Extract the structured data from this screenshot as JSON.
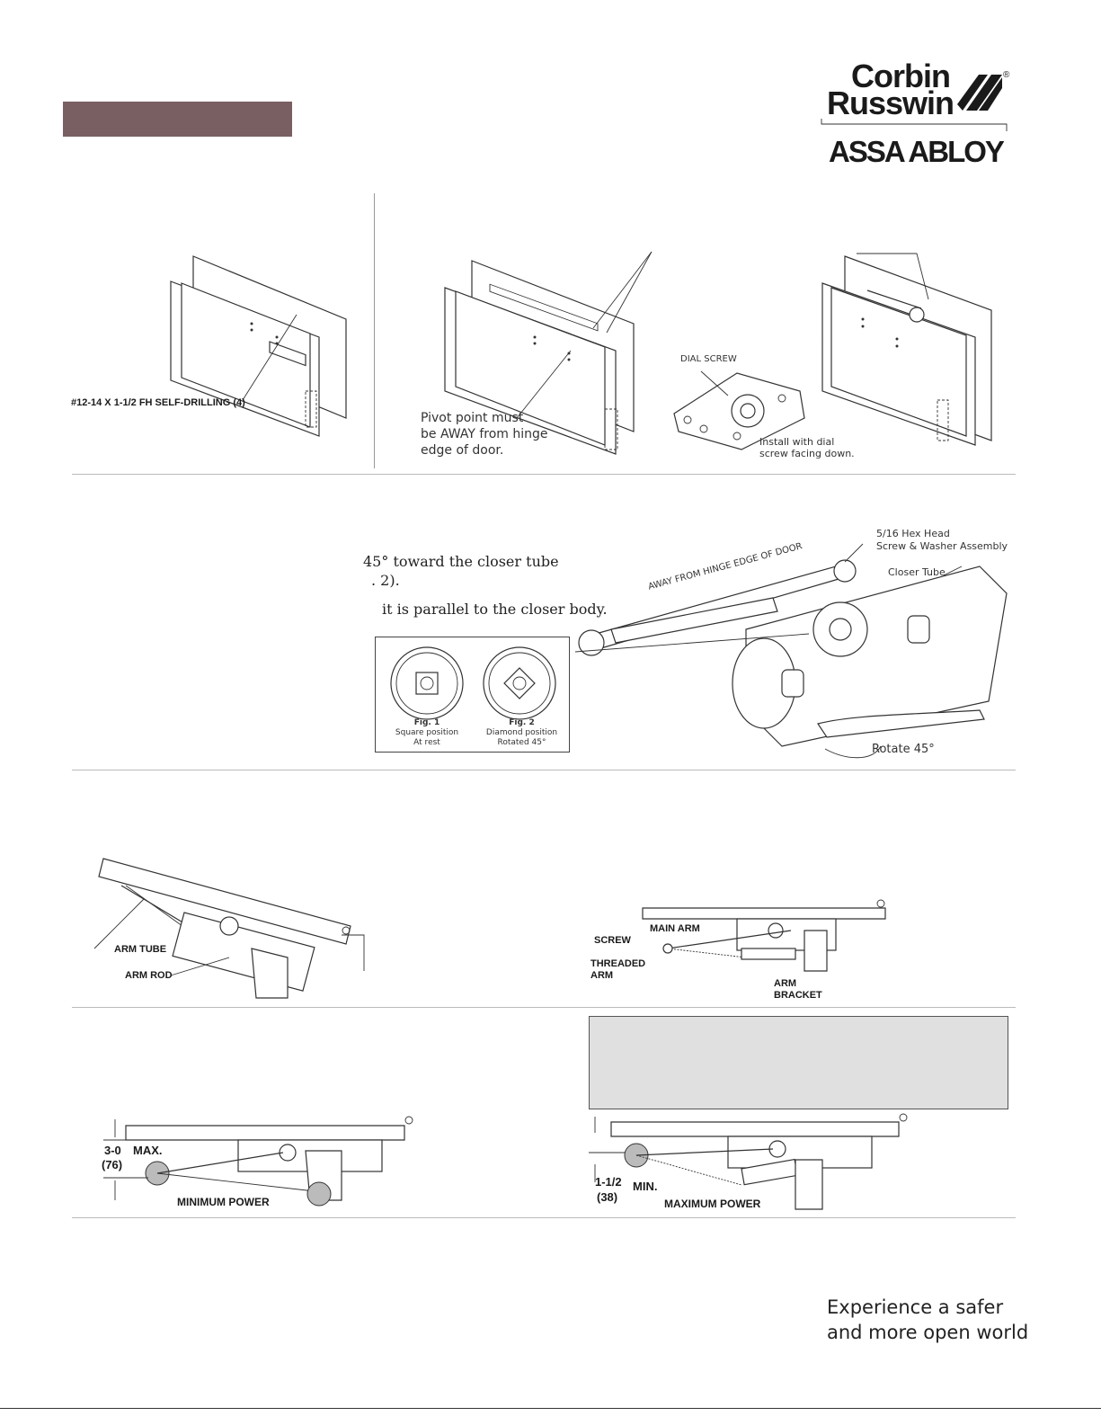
{
  "header": {
    "brand_line1": "Corbin",
    "brand_line2": "Russwin",
    "registered": "®",
    "parent_brand": "ASSA ABLOY"
  },
  "step1": {
    "screw_label": "#12-14 X 1-1/2 FH SELF-DRILLING (4)"
  },
  "step2": {
    "pivot_note_1": "Pivot point must",
    "pivot_note_2": "be AWAY from hinge",
    "pivot_note_3": "edge of door.",
    "dial_screw": "DIAL SCREW",
    "install_note_1": "Install with dial",
    "install_note_2": "screw facing down."
  },
  "step3": {
    "text_line1": "45° toward the closer tube",
    "text_line2": ". 2).",
    "text_line3": "it is parallel to the closer body.",
    "hex_head_1": "5/16 Hex Head",
    "hex_head_2": "Screw & Washer Assembly",
    "closer_tube": "Closer Tube",
    "away_label": "AWAY FROM HINGE EDGE OF DOOR",
    "rotate": "Rotate 45°",
    "fig1_title": "Fig. 1",
    "fig1_line1": "Square position",
    "fig1_line2": "At rest",
    "fig2_title": "Fig. 2",
    "fig2_line1": "Diamond position",
    "fig2_line2": "Rotated 45°"
  },
  "step4": {
    "arm_tube": "ARM TUBE",
    "arm_rod": "ARM ROD",
    "main_arm": "MAIN ARM",
    "screw": "SCREW",
    "threaded_arm_1": "THREADED",
    "threaded_arm_2": "ARM",
    "arm_bracket_1": "ARM",
    "arm_bracket_2": "BRACKET"
  },
  "step5": {
    "max_dim": "3-0",
    "max_label": "MAX.",
    "max_mm": "(76)",
    "min_power": "MINIMUM POWER",
    "min_dim": "1-1/2",
    "min_label": "MIN.",
    "min_mm": "(38)",
    "max_power": "MAXIMUM POWER"
  },
  "footer": {
    "tagline_1": "Experience a safer",
    "tagline_2": "and more open world"
  }
}
